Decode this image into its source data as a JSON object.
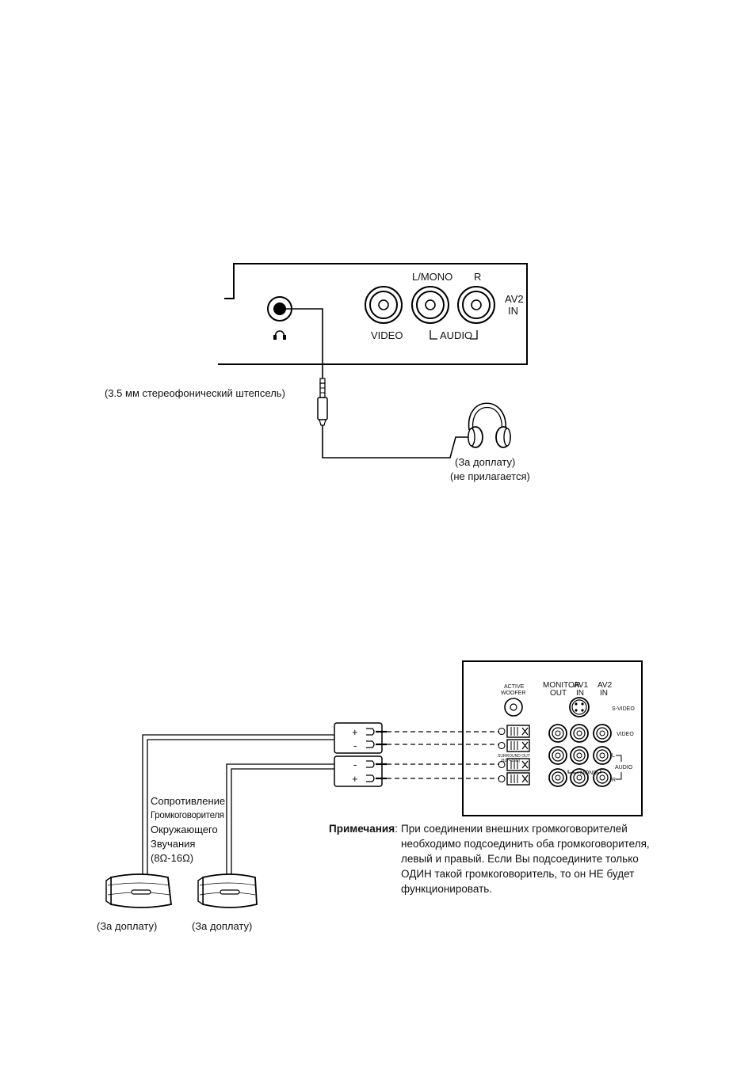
{
  "diagram1": {
    "panel_labels": {
      "l_mono": "L/MONO",
      "r": "R",
      "av2": "AV2",
      "in": "IN",
      "video": "VIDEO",
      "audio": "AUDIO"
    },
    "headphone_jack_symbol": "headphone-icon",
    "plug_caption": "(3.5 мм стереофонический штепсель)",
    "headphones_caption_1": "(За доплату)",
    "headphones_caption_2": "(не прилагается)"
  },
  "diagram2": {
    "panel_labels": {
      "active_woofer_1": "ACTIVE",
      "active_woofer_2": "WOOFER",
      "monitor_out_1": "MONITOR",
      "monitor_out_2": "OUT",
      "av1_1": "AV1",
      "av1_2": "IN",
      "av2_1": "AV2",
      "av2_2": "IN",
      "s_video": "S-VIDEO",
      "video": "VIDEO",
      "mono": "MONO",
      "audio": "AUDIO",
      "l": "L",
      "r": "R",
      "surround_out_1": "SURROUND OUT",
      "surround_out_2": "(8Ω～16Ω)"
    },
    "terminal_signs": [
      "+",
      "-",
      "-",
      "+"
    ],
    "impedance_lines": [
      "Сопротивление",
      "Громкоговорителя",
      "Окружающего",
      "Звучания",
      "(8Ω-16Ω)"
    ],
    "speaker_caption_left": "(За доплату)",
    "speaker_caption_right": "(За доплату)",
    "note_heading": "Примечания",
    "note_text": "При соединении внешних громкоговорителей необходимо подсоединить оба громкоговорителя, левый и правый. Если Вы подсоедините только ОДИН такой громкоговоритель, то он НЕ будет функционировать."
  }
}
